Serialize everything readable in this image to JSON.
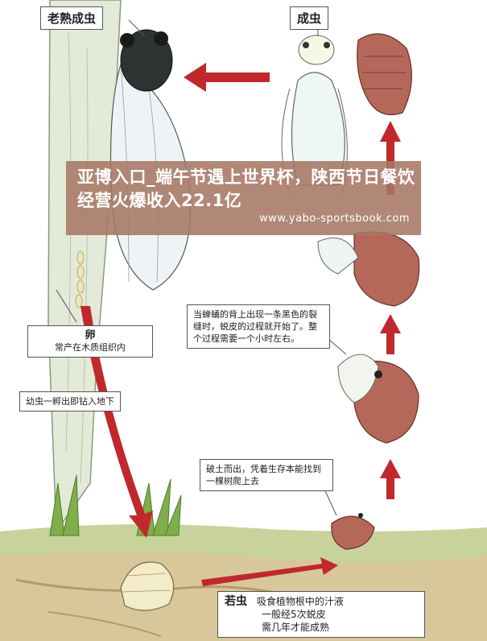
{
  "diagram": {
    "adult_mature_label": "老熟成虫",
    "adult_label": "成虫",
    "egg_title": "卵",
    "egg_desc": "常产在木质组织内",
    "larva_note": "幼虫一孵出即钻入地下",
    "molting_note": "当蝉蛹的背上出现一条黑色的裂缝时，蜕皮的过程就开始了。整个过程需要一个小时左右。",
    "emerge_note": "破土而出，凭着生存本能找到一棵树爬上去",
    "nymph_title": "若虫",
    "nymph_line1": "吸食植物根中的汁液",
    "nymph_line2": "一般经5次蜕皮",
    "nymph_line3": "需几年才能成熟"
  },
  "banner": {
    "headline": "亚博入口_端午节遇上世界杯，陕西节日餐饮经营火爆收入22.1亿",
    "url": "www.yabo-sportsbook.com"
  },
  "colors": {
    "arrow_red": "#c0282c",
    "banner_bg": "#a6786a",
    "ground_green": "#c7d39a",
    "soil_tan": "#d9c79c"
  }
}
